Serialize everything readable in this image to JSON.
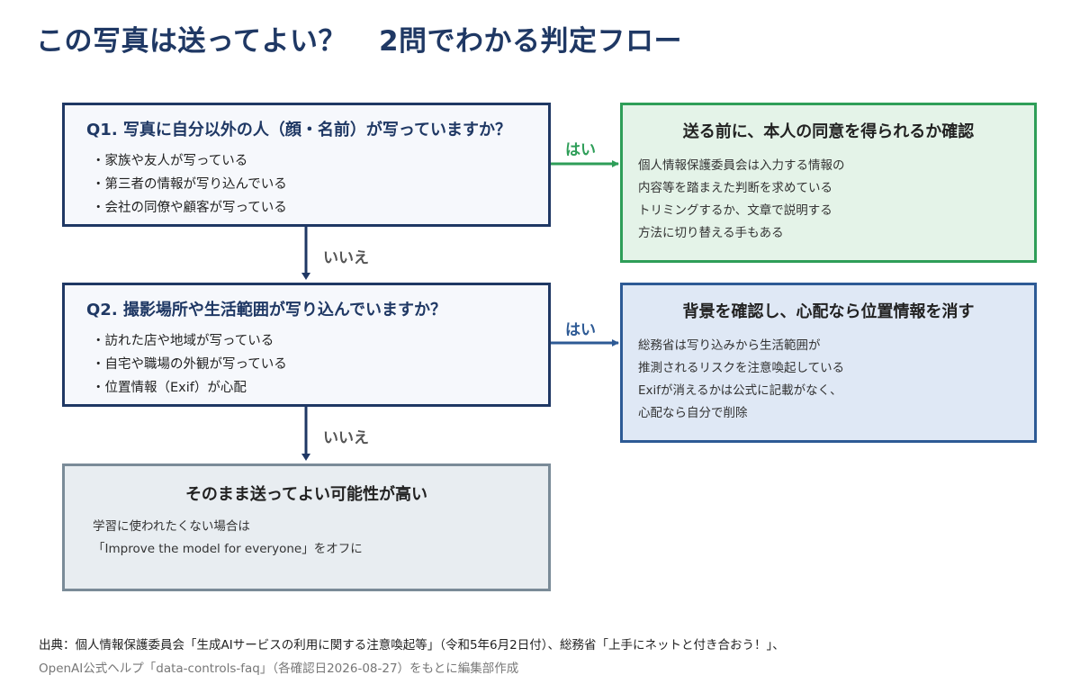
{
  "title": {
    "main": "この写真は送ってよい？",
    "sub": "2問でわかる判定フロー"
  },
  "q1": {
    "heading": "Q1. 写真に自分以外の人（顔・名前）が写っていますか？",
    "items": [
      "家族や友人が写っている",
      "第三者の情報が写り込んでいる",
      "会社の同僚や顧客が写っている"
    ]
  },
  "q2": {
    "heading": "Q2. 撮影場所や生活範囲が写り込んでいますか？",
    "items": [
      "訪れた店や地域が写っている",
      "自宅や職場の外観が写っている",
      "位置情報（Exif）が心配"
    ]
  },
  "answer1": {
    "heading": "送る前に、本人の同意を得られるか確認",
    "lines": [
      "個人情報保護委員会は入力する情報の",
      "内容等を踏まえた判断を求めている",
      "トリミングするか、文章で説明する",
      "方法に切り替える手もある"
    ]
  },
  "answer2": {
    "heading": "背景を確認し、心配なら位置情報を消す",
    "lines": [
      "総務省は写り込みから生活範囲が",
      "推測されるリスクを注意喚起している",
      "Exifが消えるかは公式に記載がなく、",
      "心配なら自分で削除"
    ]
  },
  "result": {
    "heading": "そのまま送ってよい可能性が高い",
    "lines": [
      "学習に使われたくない場合は",
      "「Improve the model for everyone」をオフに"
    ]
  },
  "labels": {
    "yes": "はい",
    "no": "いいえ"
  },
  "footer": {
    "line1": "出典：個人情報保護委員会「生成AIサービスの利用に関する注意喚起等」（令和5年6月2日付）、総務省「上手にネットと付き合おう！」、",
    "line2": "OpenAI公式ヘルプ「data-controls-faq」（各確認日2026-08-27）をもとに編集部作成"
  },
  "colors": {
    "navy": "#1f3864",
    "green": "#2e9e58",
    "blue": "#2d5a95",
    "gray": "#7a8b98"
  }
}
